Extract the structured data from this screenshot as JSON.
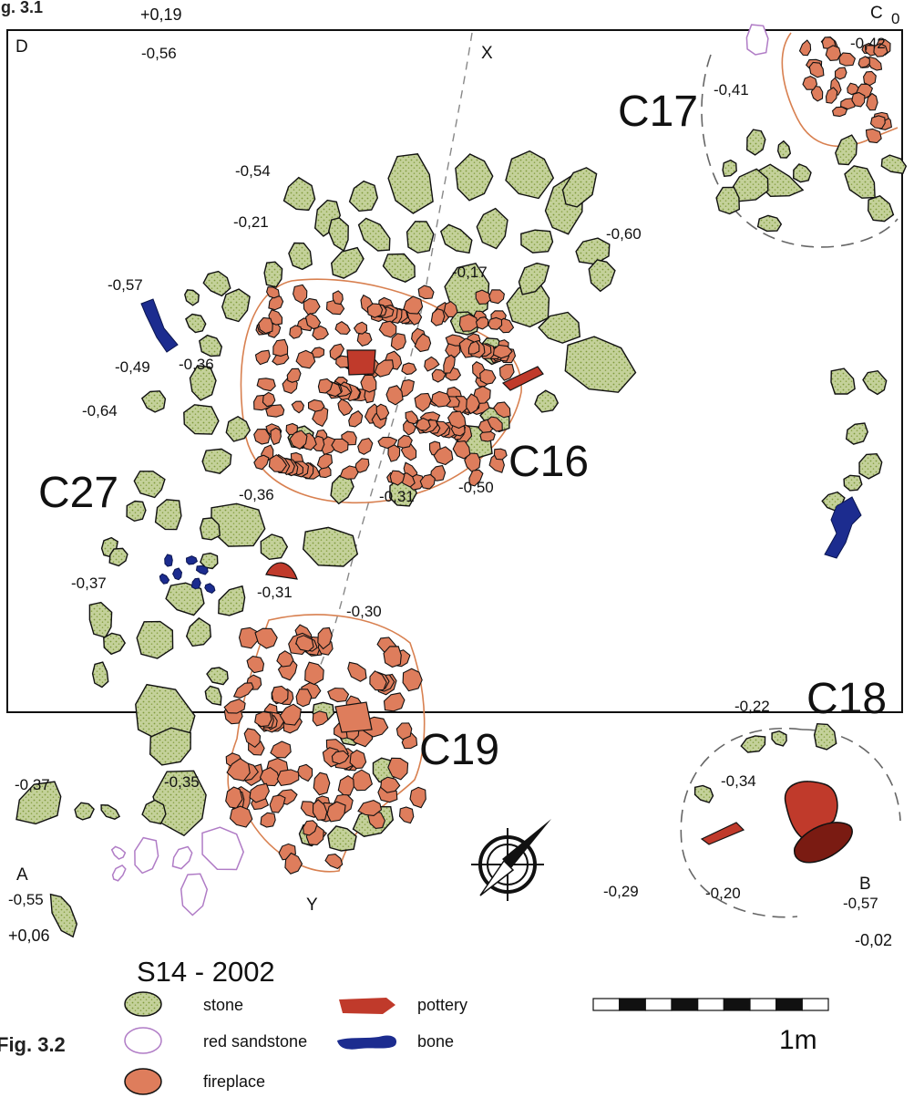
{
  "figure_labels": {
    "top": "ig. 3.1",
    "bottom": "Fig. 3.2"
  },
  "corners": {
    "D": "D",
    "C": "C",
    "A": "A",
    "B": "B",
    "C_suffix": "0"
  },
  "axis_marks": {
    "x": "X",
    "y": "Y"
  },
  "outside_values": {
    "top_left": "+0,19",
    "bottom_left": "+0,06",
    "bottom_right": "-0,02"
  },
  "elevations": {
    "d_corner": "-0,56",
    "c_corner": "-0,42",
    "c17_edge": "-0,41",
    "top_wall_a": "-0,54",
    "top_wall_b": "-0,21",
    "wall_mid": "-0,17",
    "wall_right": "-0,60",
    "bone_top": "-0,57",
    "bone_low": "-0,49",
    "hearth_edge": "-0,36",
    "left_mid": "-0,64",
    "c27_a": "-0,36",
    "c27_b": "-0,31",
    "c16_b": "-0,50",
    "left_low": "-0,37",
    "pottery_small": "-0,31",
    "c19_top": "-0,30",
    "c18_top": "-0,22",
    "c18_mid": "-0,34",
    "a_left": "-0,37",
    "c19_left": "-0,35",
    "a_corner": "-0,55",
    "bottom_mid": "-0,29",
    "c18_bottom": "-0,20",
    "b_corner": "-0,57"
  },
  "features": {
    "c16": "C16",
    "c17": "C17",
    "c18": "C18",
    "c19": "C19",
    "c27": "C27"
  },
  "title": "S14 - 2002",
  "legend": {
    "stone": "stone",
    "red_sandstone": "red sandstone",
    "fireplace": "fireplace",
    "pottery": "pottery",
    "bone": "bone"
  },
  "scale": {
    "label": "1m",
    "segments": 9
  },
  "colors": {
    "stone": "#c4d19a",
    "stone_dot": "#7f9a3c",
    "fireplace": "#de7d5c",
    "pottery": "#c03a2b",
    "bone": "#1c2c8f",
    "sandstone_edge": "#b07cc6",
    "feature_outline": "#d88050",
    "ink": "#111111"
  }
}
